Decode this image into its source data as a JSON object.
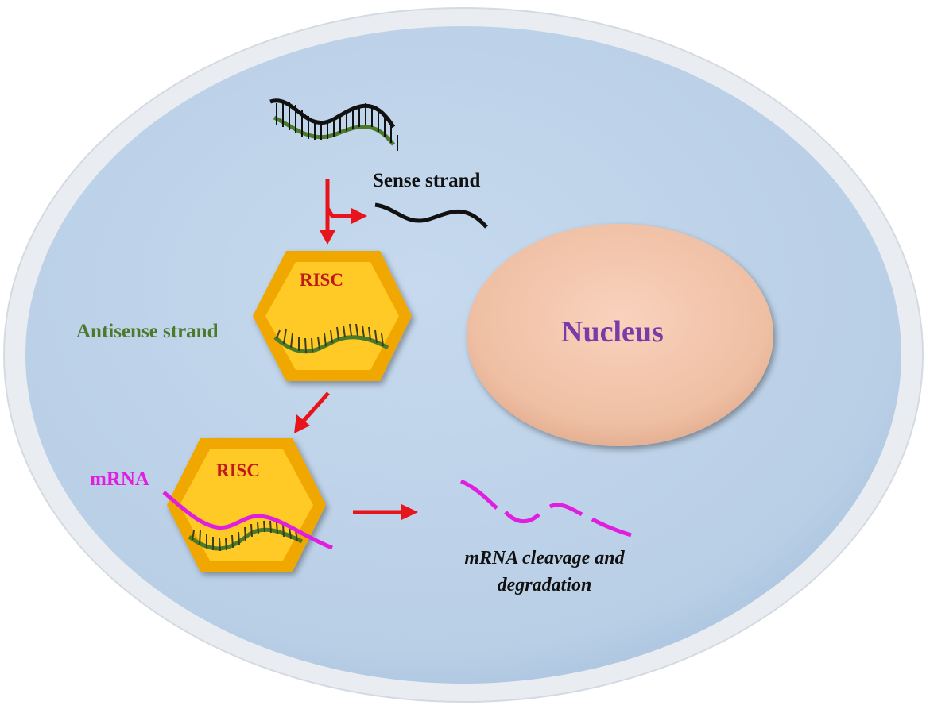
{
  "labels": {
    "sense_strand": "Sense strand",
    "risc_top": "RISC",
    "antisense_strand": "Antisense strand",
    "nucleus": "Nucleus",
    "risc_bottom": "RISC",
    "mrna": "mRNA",
    "cleavage": "mRNA cleavage and degradation"
  },
  "colors": {
    "cell": "#bfd3e8",
    "cell_border": "#e3e8ee",
    "nucleus": "#f2c4a8",
    "risc": "#f5b800",
    "arrow": "#e8141c",
    "sense": "#111111",
    "antisense": "#4a7a2a",
    "mrna": "#e01ee0",
    "risc_text": "#c0181c",
    "nucleus_text": "#7a3aa8"
  }
}
